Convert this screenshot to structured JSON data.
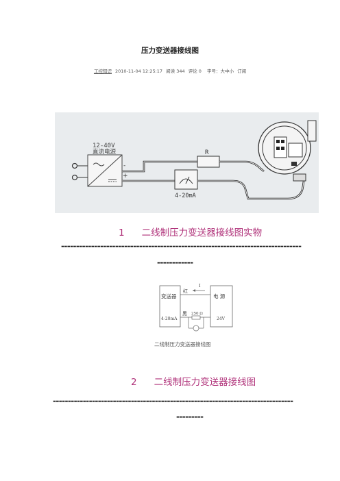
{
  "article": {
    "title": "压力变送器接线图",
    "meta": {
      "category": "工控知识",
      "datetime": "2010-11-04 12:25:17",
      "reads": "阅读 344",
      "comments": "评论 0",
      "fontsize_label": "字号：",
      "font_large": "大",
      "font_mid": "中",
      "font_small": "小",
      "subscribe": "订阅"
    }
  },
  "figure1": {
    "supply_label_1": "12-40V",
    "supply_label_2": "直流电源",
    "minus": "-",
    "plus": "+",
    "resistor": "R",
    "meter": "4-20mA",
    "caption_num": "1",
    "caption_text": "二线制压力变送器接线图实物",
    "dashes_1": "--------------------------------------------------------------------------------",
    "dashes_2": "------------"
  },
  "figure2": {
    "transmitter": "变送器",
    "transmitter_sub": "4-20mA",
    "power": "电 源",
    "power_sub": "24V",
    "red": "红",
    "current": "I",
    "black": "黑",
    "resistor_value": "250 Ω",
    "diagram_caption": "二线制压力变送器接线图",
    "caption_num": "2",
    "caption_text": "二线制压力变送器接线图",
    "dashes_1": "--------------------------------------------------------------------------------",
    "dashes_2": "---------"
  }
}
